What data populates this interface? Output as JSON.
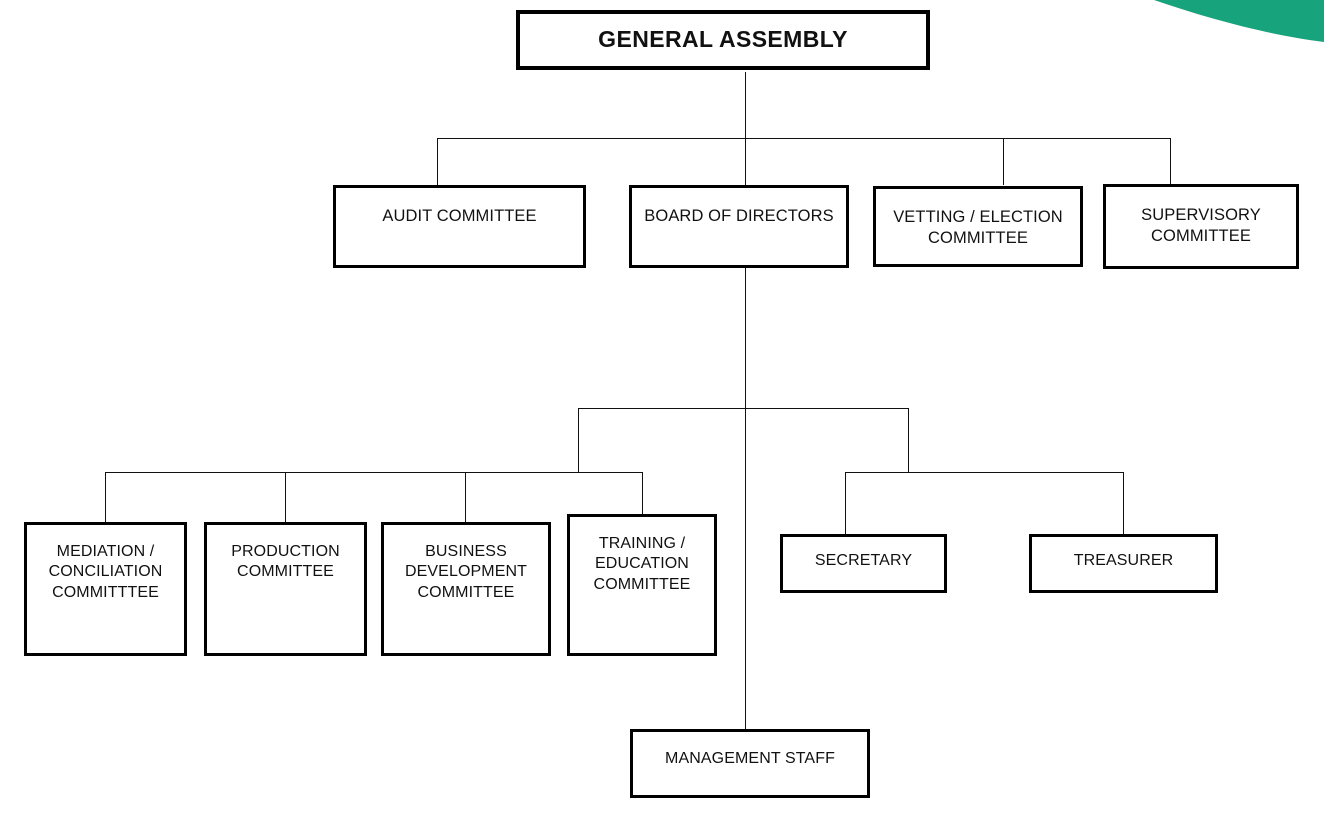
{
  "chart_data": {
    "type": "diagram",
    "title": "Cooperative Organizational Structure",
    "layout": "top-down hierarchy",
    "accent_color": "#17a37c",
    "line_color": "#111111",
    "box_border_color": "#000000",
    "background": "#ffffff",
    "nodes": [
      {
        "id": "general-assembly",
        "label": "GENERAL ASSEMBLY",
        "level": 1,
        "emphasis": "bold"
      },
      {
        "id": "audit-committee",
        "label": "AUDIT COMMITTEE",
        "level": 2
      },
      {
        "id": "board-of-directors",
        "label": "BOARD OF DIRECTORS",
        "level": 2
      },
      {
        "id": "vetting-election-committee",
        "label": "VETTING / ELECTION\nCOMMITTEE",
        "level": 2
      },
      {
        "id": "supervisory-committee",
        "label": "SUPERVISORY\nCOMMITTEE",
        "level": 2
      },
      {
        "id": "mediation-conciliation-committee",
        "label": "MEDIATION /\nCONCILIATION\nCOMMITTTEE",
        "level": 3
      },
      {
        "id": "production-committee",
        "label": "PRODUCTION\nCOMMITTEE",
        "level": 3
      },
      {
        "id": "business-development-committee",
        "label": "BUSINESS\nDEVELOPMENT\nCOMMITTEE",
        "level": 3
      },
      {
        "id": "training-education-committee",
        "label": "TRAINING /\nEDUCATION\nCOMMITTEE",
        "level": 3
      },
      {
        "id": "secretary",
        "label": "SECRETARY",
        "level": 3
      },
      {
        "id": "treasurer",
        "label": "TREASURER",
        "level": 3
      },
      {
        "id": "management-staff",
        "label": "MANAGEMENT STAFF",
        "level": 4
      }
    ],
    "edges": [
      {
        "from": "general-assembly",
        "to": "audit-committee"
      },
      {
        "from": "general-assembly",
        "to": "board-of-directors"
      },
      {
        "from": "general-assembly",
        "to": "vetting-election-committee"
      },
      {
        "from": "general-assembly",
        "to": "supervisory-committee"
      },
      {
        "from": "board-of-directors",
        "to": "mediation-conciliation-committee"
      },
      {
        "from": "board-of-directors",
        "to": "production-committee"
      },
      {
        "from": "board-of-directors",
        "to": "business-development-committee"
      },
      {
        "from": "board-of-directors",
        "to": "training-education-committee"
      },
      {
        "from": "board-of-directors",
        "to": "secretary"
      },
      {
        "from": "board-of-directors",
        "to": "treasurer"
      },
      {
        "from": "board-of-directors",
        "to": "management-staff"
      }
    ]
  },
  "nodes": {
    "general_assembly": "GENERAL ASSEMBLY",
    "audit_committee": "AUDIT COMMITTEE",
    "board_of_directors": "BOARD OF DIRECTORS",
    "vetting_election_committee": "VETTING / ELECTION\nCOMMITTEE",
    "supervisory_committee": "SUPERVISORY\nCOMMITTEE",
    "mediation_conciliation_committee": "MEDIATION /\nCONCILIATION\nCOMMITTTEE",
    "production_committee": "PRODUCTION\nCOMMITTEE",
    "business_development_committee": "BUSINESS\nDEVELOPMENT\nCOMMITTEE",
    "training_education_committee": "TRAINING /\nEDUCATION\nCOMMITTEE",
    "secretary": "SECRETARY",
    "treasurer": "TREASURER",
    "management_staff": "MANAGEMENT STAFF"
  },
  "decor": {
    "corner_accent_color": "#17a37c"
  }
}
